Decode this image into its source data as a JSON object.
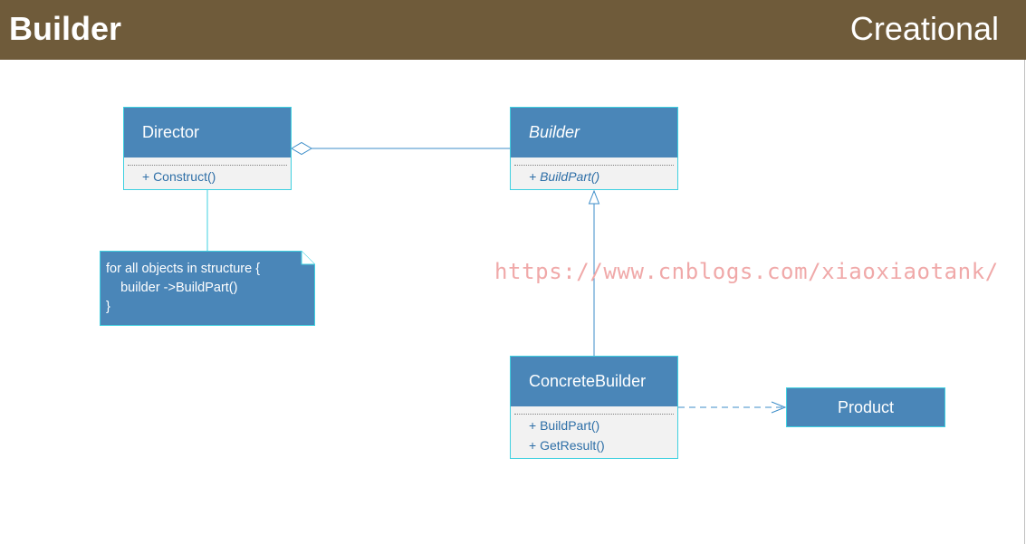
{
  "header": {
    "title": "Builder",
    "category": "Creational"
  },
  "classes": {
    "director": {
      "name": "Director",
      "operations": [
        "+ Construct()"
      ]
    },
    "builder": {
      "name": "Builder",
      "operations": [
        "+ BuildPart()"
      ],
      "abstract": true
    },
    "concrete_builder": {
      "name": "ConcreteBuilder",
      "operations": [
        "+ BuildPart()",
        "+ GetResult()"
      ]
    },
    "product": {
      "name": "Product"
    }
  },
  "note": {
    "lines": [
      "for all objects in structure {",
      "    builder ->BuildPart()",
      "}"
    ]
  },
  "watermark": "https://www.cnblogs.com/xiaoxiaotank/",
  "colors": {
    "header_bg": "#6f5b3a",
    "class_header": "#4a86b8",
    "class_border": "#3fd0e0",
    "connector": "#3d8ec9",
    "watermark": "#f0a9a9"
  }
}
